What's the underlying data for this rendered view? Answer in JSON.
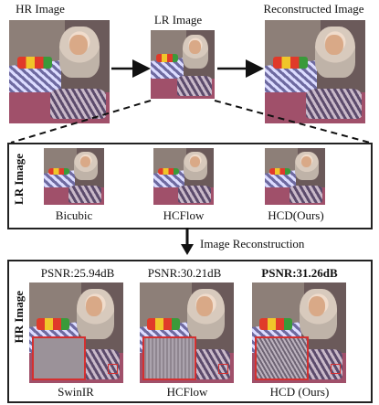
{
  "top": {
    "hr_title": "HR Image",
    "lr_title": "LR Image",
    "rec_title": "Reconstructed Image"
  },
  "lr_panel": {
    "side_label": "LR Image",
    "methods": [
      "Bicubic",
      "HCFlow",
      "HCD(Ours)"
    ]
  },
  "arrow_label": "Image Reconstruction",
  "hr_panel": {
    "side_label": "HR Image",
    "psnr": [
      "PSNR:25.94dB",
      "PSNR:30.21dB",
      "PSNR:31.26dB"
    ],
    "methods": [
      "SwinIR",
      "HCFlow",
      "HCD (Ours)"
    ]
  },
  "colors": {
    "highlight": "#d43030",
    "frame": "#222222"
  }
}
